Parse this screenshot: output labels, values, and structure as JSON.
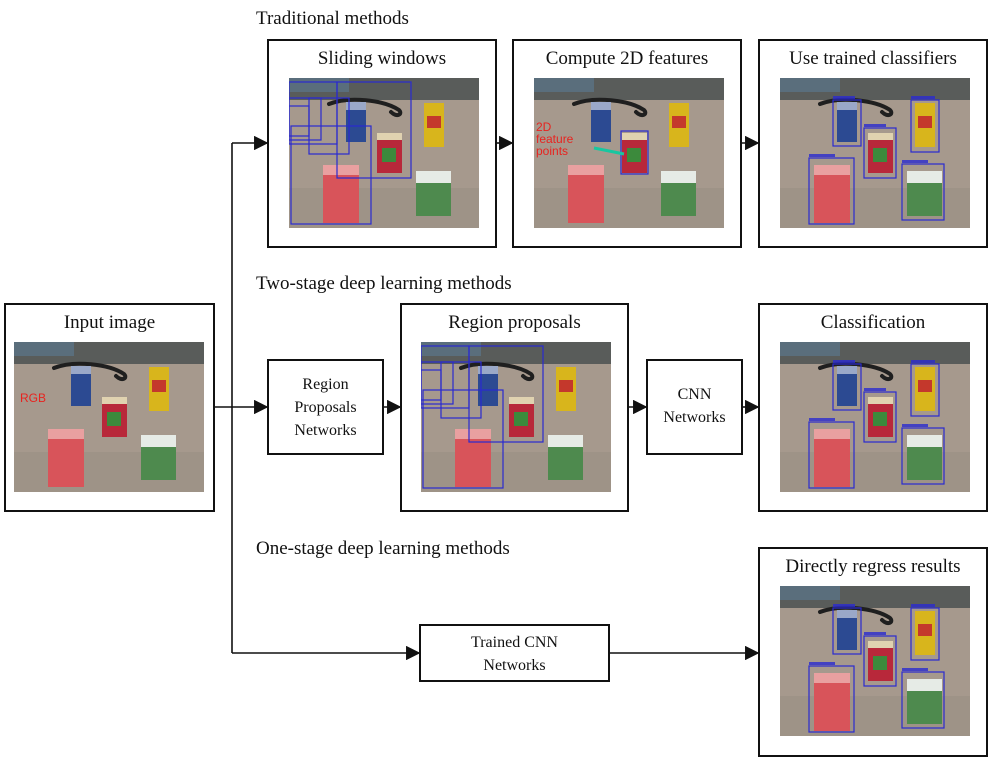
{
  "sections": {
    "traditional": "Traditional methods",
    "two_stage": "Two-stage deep learning methods",
    "one_stage": "One-stage deep learning methods"
  },
  "input": {
    "title": "Input image",
    "label": "RGB"
  },
  "traditional": {
    "sliding": "Sliding windows",
    "features": "Compute 2D features",
    "features_label": [
      "2D",
      "feature",
      "points"
    ],
    "classifiers": "Use trained classifiers"
  },
  "two_stage": {
    "rpn_lines": [
      "Region",
      "Proposals",
      "Networks"
    ],
    "proposals": "Region proposals",
    "cnn_lines": [
      "CNN",
      "Networks"
    ],
    "classification": "Classification"
  },
  "one_stage": {
    "trained_lines": [
      "Trained CNN",
      "Networks"
    ],
    "regress": "Directly regress results"
  },
  "colors": {
    "ink": "#111111",
    "box_blue": "#2a2ad0",
    "label_red": "#e8231f",
    "feature_green": "#18c7a0"
  }
}
